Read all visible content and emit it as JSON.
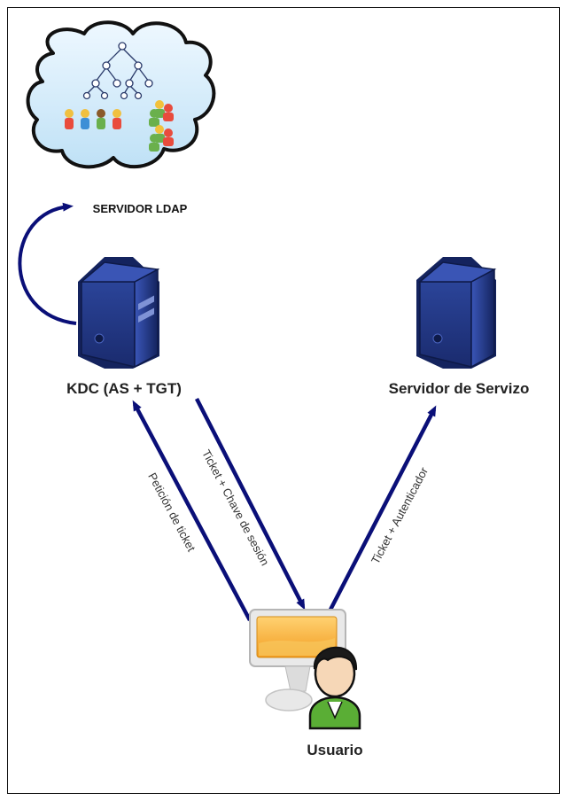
{
  "nodes": {
    "ldap_label": "SERVIDOR LDAP",
    "kdc_label": "KDC (AS + TGT)",
    "service_label": "Servidor de Servizo",
    "user_label": "Usuario"
  },
  "edges": {
    "request_label": "Petición de ticket",
    "ticket_key_label": "Ticket + Chave de sesión",
    "ticket_auth_label": "Ticket + Autenticador"
  },
  "colors": {
    "arrow": "#0a0f78",
    "cloud_fill": "#d8eefb",
    "server_body": "#243a8a",
    "monitor_screen": "#f5b33a",
    "user_shirt": "#59b03a"
  },
  "icons": {
    "ldap": "cloud-directory-icon",
    "kdc": "server-tower-icon",
    "service": "server-tower-icon",
    "user": "workstation-user-icon"
  }
}
